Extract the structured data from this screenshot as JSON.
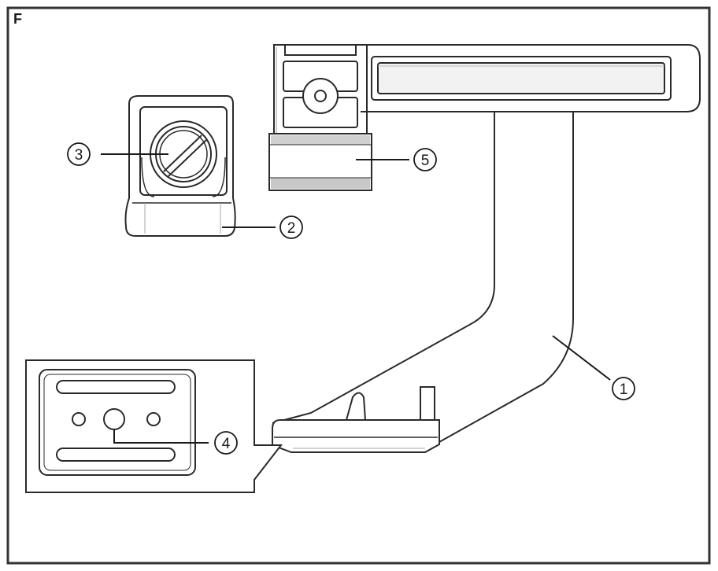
{
  "figure": {
    "label": "F",
    "callouts": [
      {
        "id": "1",
        "text": "1"
      },
      {
        "id": "2",
        "text": "2"
      },
      {
        "id": "3",
        "text": "3"
      },
      {
        "id": "4",
        "text": "4"
      },
      {
        "id": "5",
        "text": "5"
      }
    ]
  },
  "colors": {
    "stroke": "#2a2a2a",
    "frame": "#333333",
    "shade": "#cfcfcf",
    "background": "#ffffff"
  }
}
